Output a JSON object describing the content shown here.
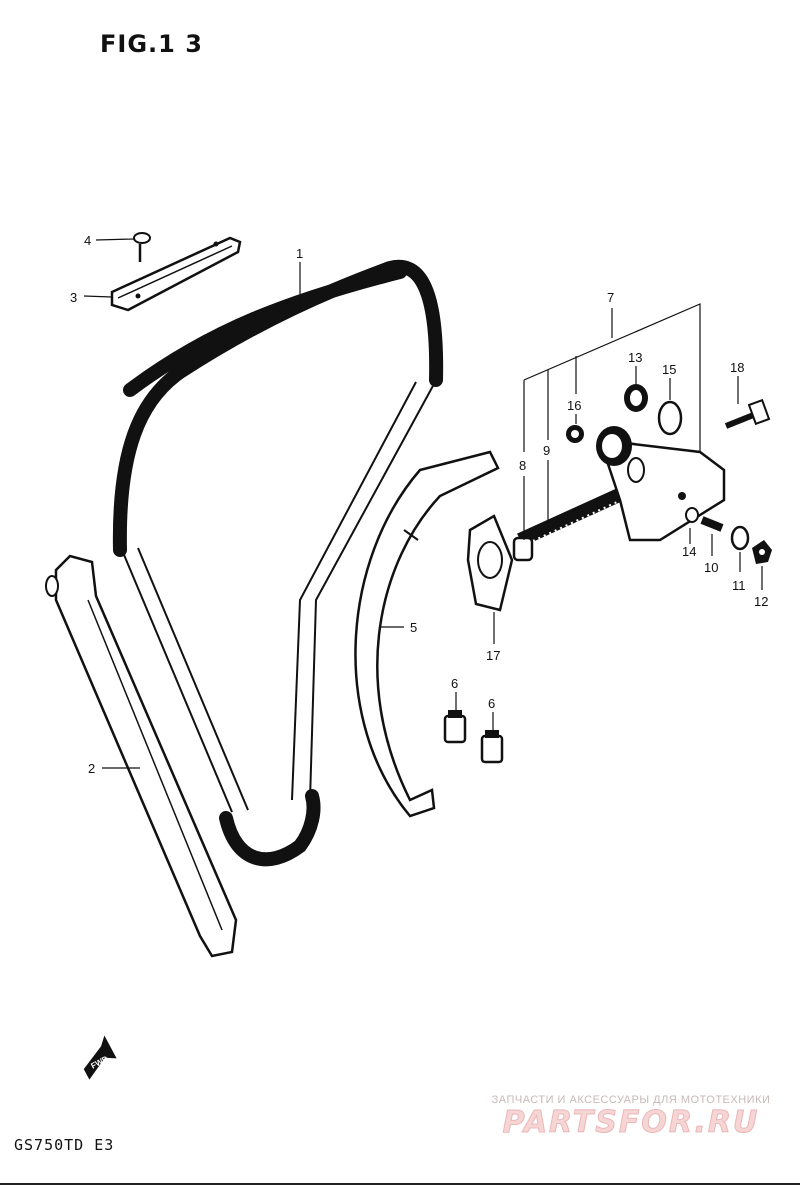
{
  "figure": {
    "title": "FIG.1 3",
    "model_code": "GS750TD E3"
  },
  "fwd_badge": "FWD",
  "watermark": {
    "tagline": "ЗАПЧАСТИ И АКСЕССУАРЫ ДЛЯ МОТОТЕХНИКИ",
    "brand": "PARTSFOR.RU"
  },
  "callouts": [
    "1",
    "2",
    "3",
    "4",
    "5",
    "6",
    "6",
    "7",
    "8",
    "9",
    "10",
    "11",
    "12",
    "13",
    "14",
    "15",
    "16",
    "17",
    "18"
  ],
  "colors": {
    "ink": "#111111",
    "watermark": "#e8a8a8"
  }
}
